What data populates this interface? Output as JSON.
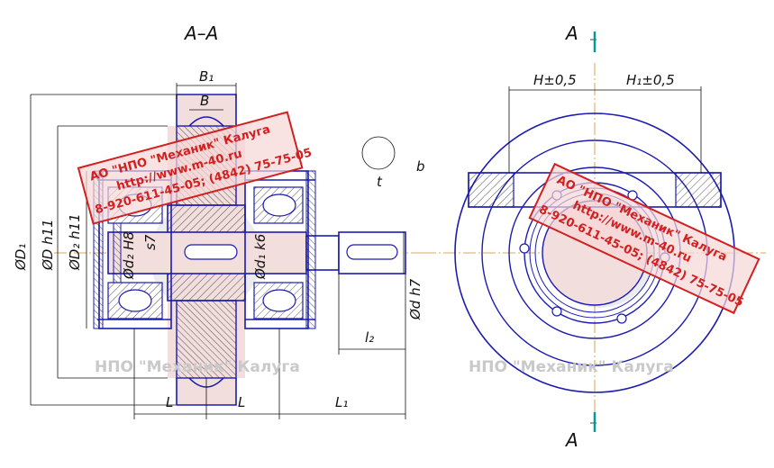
{
  "section_label": "A–A",
  "cut_label_top": "A",
  "cut_label_bottom": "A",
  "dimensions": {
    "B1": "B₁",
    "B": "B",
    "D1": "ØD₁",
    "D_h11": "ØD h11",
    "D2_h11": "ØD₂ h11",
    "d2_H8": "Ød₂ H8",
    "d2_s7": "s7",
    "d1_k6": "Ød₁ k6",
    "d_h7": "Ød h7",
    "l2": "l₂",
    "L_left": "L",
    "L_right": "L",
    "L1": "L₁",
    "b": "b",
    "t": "t",
    "H": "H±0,5",
    "H1": "H₁±0,5"
  },
  "watermark": "НПО \"Механик\" Калуга",
  "stamp": {
    "line1": "АО \"НПО \"Механик\" Калуга",
    "line2": "http://www.m-40.ru",
    "line3": "8-920-611-45-05; (4842) 75-75-05"
  },
  "colors": {
    "outline": "#1b1bb0",
    "hatch": "#111111",
    "axis": "#d08a2a",
    "stamp": "#d22020",
    "stamp_fill": "#f6d6d6",
    "watermark": "#c9c9c9"
  }
}
